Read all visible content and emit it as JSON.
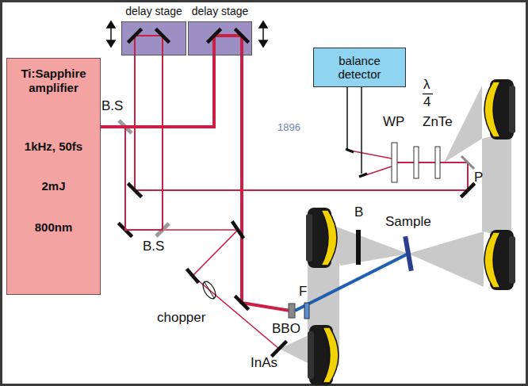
{
  "diagram": {
    "nodes": [
      {
        "text": [
          "Ti:Sapphire amplifier",
          "1kHz, 50fs",
          "2mJ",
          "800nm"
        ]
      },
      {
        "text": [
          "delay stage"
        ]
      },
      {
        "text": [
          "delay stage"
        ]
      },
      {
        "text": [
          "balance detector"
        ]
      }
    ],
    "edges": [
      {
        "from": 0,
        "to": 2,
        "arrow": "none"
      },
      {
        "from": 0,
        "to": 1,
        "arrow": "none"
      }
    ],
    "labels": [
      "1896",
      "B.S",
      "B.S",
      "chopper",
      "InAs",
      "BBO",
      "F",
      "B",
      "Sample",
      "WP",
      "λ",
      "4",
      "ZnTe",
      "P"
    ]
  }
}
